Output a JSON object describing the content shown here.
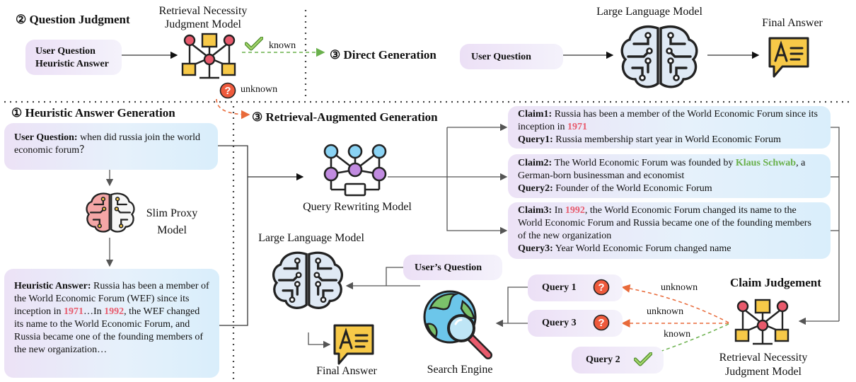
{
  "top": {
    "judgment_header": "② Question Judgment",
    "rnjm_label": "Retrieval Necessity Judgment Model",
    "input_line1": "User Question",
    "input_line2": "Heuristic Answer",
    "known": "known",
    "unknown": "unknown",
    "direct_header": "③ Direct Generation",
    "user_question": "User Question",
    "llm_label": "Large Language Model",
    "final_answer_label": "Final Answer"
  },
  "left": {
    "header": "① Heuristic Answer Generation",
    "question_label": "User Question:",
    "question_text": "when did russia join the world economic forum？",
    "slim_proxy_label": "Slim Proxy Model",
    "answer_label": "Heuristic Answer:",
    "answer_part1": "Russia has been a member of the World Economic Forum (WEF) since its inception in",
    "answer_year1": "1971",
    "answer_part2": "…In",
    "answer_year2": "1992",
    "answer_part3": ", the WEF changed its name to the World Economic Forum, and Russia became one of the founding members of the new organization…"
  },
  "rag": {
    "header": "③ Retrieval-Augmented Generation",
    "qrm_label": "Query Rewriting Model",
    "claim1_label": "Claim1:",
    "claim1_text": "Russia has been a member of the World Economic Forum since its inception in",
    "claim1_year": "1971",
    "query1_label": "Query1:",
    "query1_text": "Russia membership start year in World Economic Forum",
    "claim2_label": "Claim2:",
    "claim2_text": "The World Economic Forum was founded by",
    "claim2_name": "Klaus Schwab",
    "claim2_text2": ", a German-born businessman and economist",
    "query2_label": "Query2:",
    "query2_text": "Founder of the World Economic Forum",
    "claim3_label": "Claim3:",
    "claim3_text1": "In",
    "claim3_year": "1992",
    "claim3_text2": ", the World Economic Forum changed its name to the World Economic Forum and Russia became one of the founding members of the new organization",
    "query3_label": "Query3:",
    "query3_text": "Year World Economic Forum changed name",
    "llm_label": "Large Language Model",
    "users_question": "User’s Question",
    "final_answer_label": "Final Answer",
    "search_engine_label": "Search Engine",
    "claim_judgement_header": "Claim Judgement",
    "rnjm_label": "Retrieval Necessity Judgment Model",
    "q1": "Query 1",
    "q3": "Query 3",
    "q2": "Query 2",
    "unknown1": "unknown",
    "unknown3": "unknown",
    "known2": "known"
  },
  "colors": {
    "red_accent": "#e85a6c",
    "green_accent": "#69b04a",
    "box_start": "#ece2f6",
    "box_end": "#d9eefb",
    "dashed_orange": "#e86a3a",
    "dashed_green": "#6ab04c"
  }
}
